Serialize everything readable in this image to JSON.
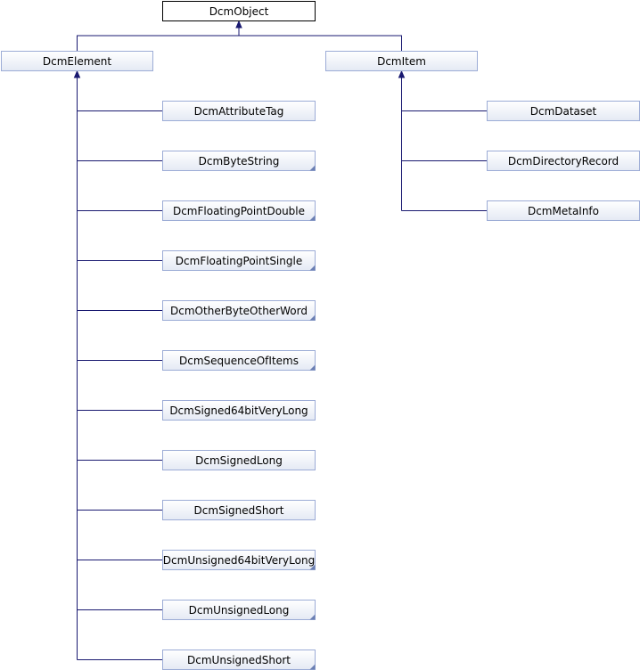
{
  "colors": {
    "edge": "#191970",
    "node_border": "#9cacd6",
    "node_fill_top": "#ffffff",
    "node_fill_bottom": "#e4e9f4",
    "root_border": "#000000",
    "root_fill": "#ffffff",
    "link_marker": "#6b7fb3"
  },
  "diagram": {
    "type": "class-inheritance",
    "root": "DcmObject",
    "children": [
      {
        "name": "DcmElement",
        "subclasses": [
          {
            "name": "DcmAttributeTag",
            "expandable": false
          },
          {
            "name": "DcmByteString",
            "expandable": true
          },
          {
            "name": "DcmFloatingPointDouble",
            "expandable": true
          },
          {
            "name": "DcmFloatingPointSingle",
            "expandable": true
          },
          {
            "name": "DcmOtherByteOtherWord",
            "expandable": true
          },
          {
            "name": "DcmSequenceOfItems",
            "expandable": true
          },
          {
            "name": "DcmSigned64bitVeryLong",
            "expandable": false
          },
          {
            "name": "DcmSignedLong",
            "expandable": false
          },
          {
            "name": "DcmSignedShort",
            "expandable": false
          },
          {
            "name": "DcmUnsigned64bitVeryLong",
            "expandable": true
          },
          {
            "name": "DcmUnsignedLong",
            "expandable": true
          },
          {
            "name": "DcmUnsignedShort",
            "expandable": true
          }
        ]
      },
      {
        "name": "DcmItem",
        "subclasses": [
          {
            "name": "DcmDataset",
            "expandable": false
          },
          {
            "name": "DcmDirectoryRecord",
            "expandable": false
          },
          {
            "name": "DcmMetaInfo",
            "expandable": false
          }
        ]
      }
    ]
  }
}
